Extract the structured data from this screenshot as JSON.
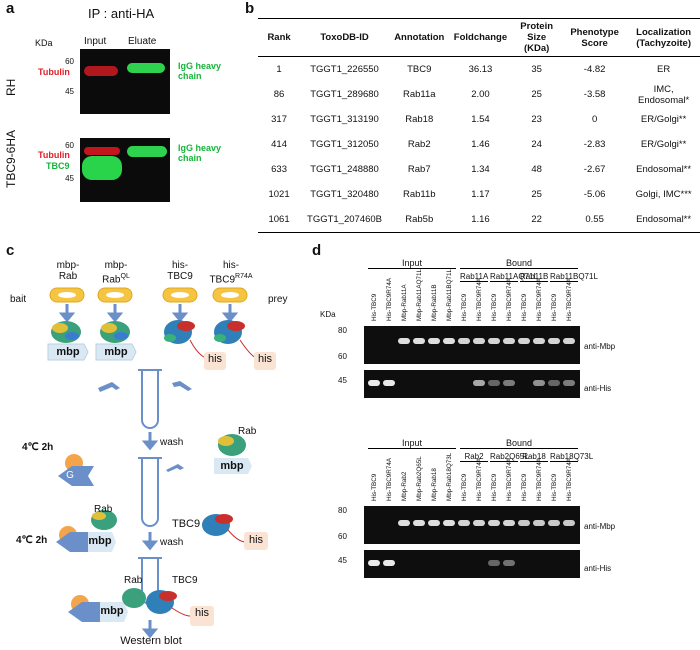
{
  "panel_a": {
    "label": "a",
    "title": "IP : anti-HA",
    "kda_label": "KDa",
    "lanes": [
      "Input",
      "Eluate"
    ],
    "rows": [
      {
        "name": "RH",
        "markers": [
          "60",
          "45"
        ],
        "left_labels": [
          "Tubulin"
        ],
        "right_label": "IgG heavy chain"
      },
      {
        "name": "TBC9-6HA",
        "markers": [
          "60",
          "45"
        ],
        "left_labels": [
          "Tubulin",
          "TBC9"
        ],
        "right_label": "IgG heavy chain"
      }
    ],
    "colors": {
      "tubulin": "#e0202a",
      "igg": "#17b33a"
    }
  },
  "panel_b": {
    "label": "b",
    "headers": [
      "Rank",
      "ToxoDB-ID",
      "Annotation",
      "Foldchange",
      "Protein Size (KDa)",
      "Phenotype Score",
      "Localization (Tachyzoite)"
    ],
    "rows": [
      [
        "1",
        "TGGT1_226550",
        "TBC9",
        "36.13",
        "35",
        "-4.82",
        "ER"
      ],
      [
        "86",
        "TGGT1_289680",
        "Rab11a",
        "2.00",
        "25",
        "-3.58",
        "IMC, Endosomal*"
      ],
      [
        "317",
        "TGGT1_313190",
        "Rab18",
        "1.54",
        "23",
        "0",
        "ER/Golgi**"
      ],
      [
        "414",
        "TGGT1_312050",
        "Rab2",
        "1.46",
        "24",
        "-2.83",
        "ER/Golgi**"
      ],
      [
        "633",
        "TGGT1_248880",
        "Rab7",
        "1.34",
        "48",
        "-2.67",
        "Endosomal**"
      ],
      [
        "1021",
        "TGGT1_320480",
        "Rab11b",
        "1.17",
        "25",
        "-5.06",
        "Golgi, IMC***"
      ],
      [
        "1061",
        "TGGT1_207460B",
        "Rab5b",
        "1.16",
        "22",
        "0.55",
        "Endosomal**"
      ]
    ]
  },
  "panel_c": {
    "label": "c",
    "bait_label": "bait",
    "prey_label": "prey",
    "proteins": [
      {
        "line1": "mbp-",
        "line2": "Rab",
        "sup": ""
      },
      {
        "line1": "mbp-",
        "line2": "Rab",
        "sup": "QL"
      },
      {
        "line1": "his-",
        "line2": "TBC9",
        "sup": ""
      },
      {
        "line1": "his-",
        "line2": "TBC9",
        "sup": "R74A"
      }
    ],
    "tag_mbp": "mbp",
    "tag_his": "his",
    "rab": "Rab",
    "tbc9": "TBC9",
    "bead": "G",
    "step1": "4℃ 2h",
    "step2": "4℃ 2h",
    "wash": "wash",
    "final": "Western blot"
  },
  "panel_d": {
    "label": "d",
    "kda_label": "KDa",
    "top": {
      "input_label": "Input",
      "bound_label": "Bound",
      "input_lanes": [
        "His-TBC9",
        "His-TBC9R74A",
        "Mbp-Rab11A",
        "Mbp-Rab11AQ71L",
        "Mbp-Rab11B",
        "Mbp-Rab11BQ71L"
      ],
      "groups": [
        "Rab11A",
        "Rab11AQ71L",
        "Rab11B",
        "Rab11BQ71L"
      ],
      "bound_lanes": [
        "His-TBC9",
        "His-TBC9R74A",
        "His-TBC9",
        "His-TBC9R74A",
        "His-TBC9",
        "His-TBC9R74A",
        "His-TBC9",
        "His-TBC9R74A"
      ],
      "markers1": [
        "80",
        "60"
      ],
      "markers2": [
        "45"
      ],
      "blot1": "anti-Mbp",
      "blot2": "anti-His"
    },
    "bottom": {
      "input_label": "Input",
      "bound_label": "Bound",
      "input_lanes": [
        "His-TBC9",
        "His-TBC9R74A",
        "Mbp-Rab2",
        "Mbp-Rab2Q65L",
        "Mbp-Rab18",
        "Mbp-Rab18Q73L"
      ],
      "groups": [
        "Rab2",
        "Rab2Q65L",
        "Rab18",
        "Rab18Q73L"
      ],
      "bound_lanes": [
        "His-TBC9",
        "His-TBC9R74A",
        "His-TBC9",
        "His-TBC9R74A",
        "His-TBC9",
        "His-TBC9R74A",
        "His-TBC9",
        "His-TBC9R74A"
      ],
      "markers1": [
        "80",
        "60"
      ],
      "markers2": [
        "45"
      ],
      "blot1": "anti-Mbp",
      "blot2": "anti-His"
    }
  }
}
